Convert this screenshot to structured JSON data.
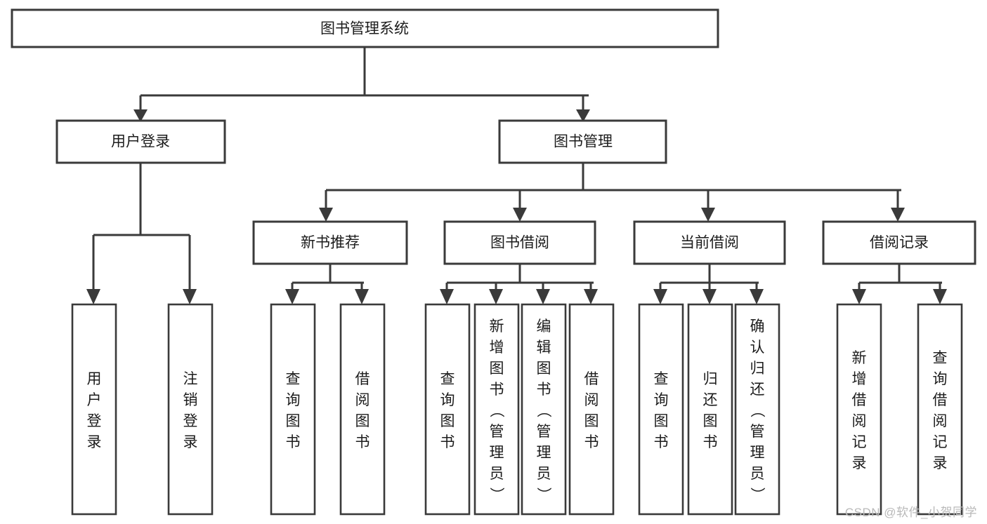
{
  "diagram": {
    "type": "tree-hierarchy",
    "title": "图书管理系统",
    "orientation": "top-down",
    "watermark": "CSDN @软件_小贺同学",
    "colors": {
      "stroke": "#3a3a3a",
      "box_fill": "#ffffff",
      "text": "#1c1c1c",
      "background": "#ffffff",
      "watermark": "#b9b9b9"
    },
    "levels": [
      {
        "level": 1,
        "nodes": [
          {
            "id": "root",
            "label": "图书管理系统",
            "orientation": "horizontal"
          }
        ]
      },
      {
        "level": 2,
        "nodes": [
          {
            "id": "user-login",
            "label": "用户登录",
            "orientation": "horizontal",
            "parent": "root"
          },
          {
            "id": "book-manage",
            "label": "图书管理",
            "orientation": "horizontal",
            "parent": "root"
          }
        ]
      },
      {
        "level": 3,
        "nodes": [
          {
            "id": "new-book-rec",
            "label": "新书推荐",
            "orientation": "horizontal",
            "parent": "book-manage"
          },
          {
            "id": "book-borrow",
            "label": "图书借阅",
            "orientation": "horizontal",
            "parent": "book-manage"
          },
          {
            "id": "current-borrow",
            "label": "当前借阅",
            "orientation": "horizontal",
            "parent": "book-manage"
          },
          {
            "id": "borrow-record",
            "label": "借阅记录",
            "orientation": "horizontal",
            "parent": "book-manage"
          }
        ]
      },
      {
        "level": 4,
        "nodes": [
          {
            "id": "leaf-user-login",
            "label": "用户登录",
            "orientation": "vertical",
            "parent": "user-login"
          },
          {
            "id": "leaf-user-logout",
            "label": "注销登录",
            "orientation": "vertical",
            "parent": "user-login"
          },
          {
            "id": "leaf-query-book-1",
            "label": "查询图书",
            "orientation": "vertical",
            "parent": "new-book-rec"
          },
          {
            "id": "leaf-borrow-book-1",
            "label": "借阅图书",
            "orientation": "vertical",
            "parent": "new-book-rec"
          },
          {
            "id": "leaf-query-book-2",
            "label": "查询图书",
            "orientation": "vertical",
            "parent": "book-borrow"
          },
          {
            "id": "leaf-add-book",
            "label": "新增图书（管理员）",
            "orientation": "vertical",
            "parent": "book-borrow"
          },
          {
            "id": "leaf-edit-book",
            "label": "编辑图书（管理员）",
            "orientation": "vertical",
            "parent": "book-borrow"
          },
          {
            "id": "leaf-borrow-book-2",
            "label": "借阅图书",
            "orientation": "vertical",
            "parent": "book-borrow"
          },
          {
            "id": "leaf-query-book-3",
            "label": "查询图书",
            "orientation": "vertical",
            "parent": "current-borrow"
          },
          {
            "id": "leaf-return-book",
            "label": "归还图书",
            "orientation": "vertical",
            "parent": "current-borrow"
          },
          {
            "id": "leaf-confirm-return",
            "label": "确认归还（管理员）",
            "orientation": "vertical",
            "parent": "current-borrow"
          },
          {
            "id": "leaf-add-record",
            "label": "新增借阅记录",
            "orientation": "vertical",
            "parent": "borrow-record"
          },
          {
            "id": "leaf-query-record",
            "label": "查询借阅记录",
            "orientation": "vertical",
            "parent": "borrow-record"
          }
        ]
      }
    ]
  }
}
